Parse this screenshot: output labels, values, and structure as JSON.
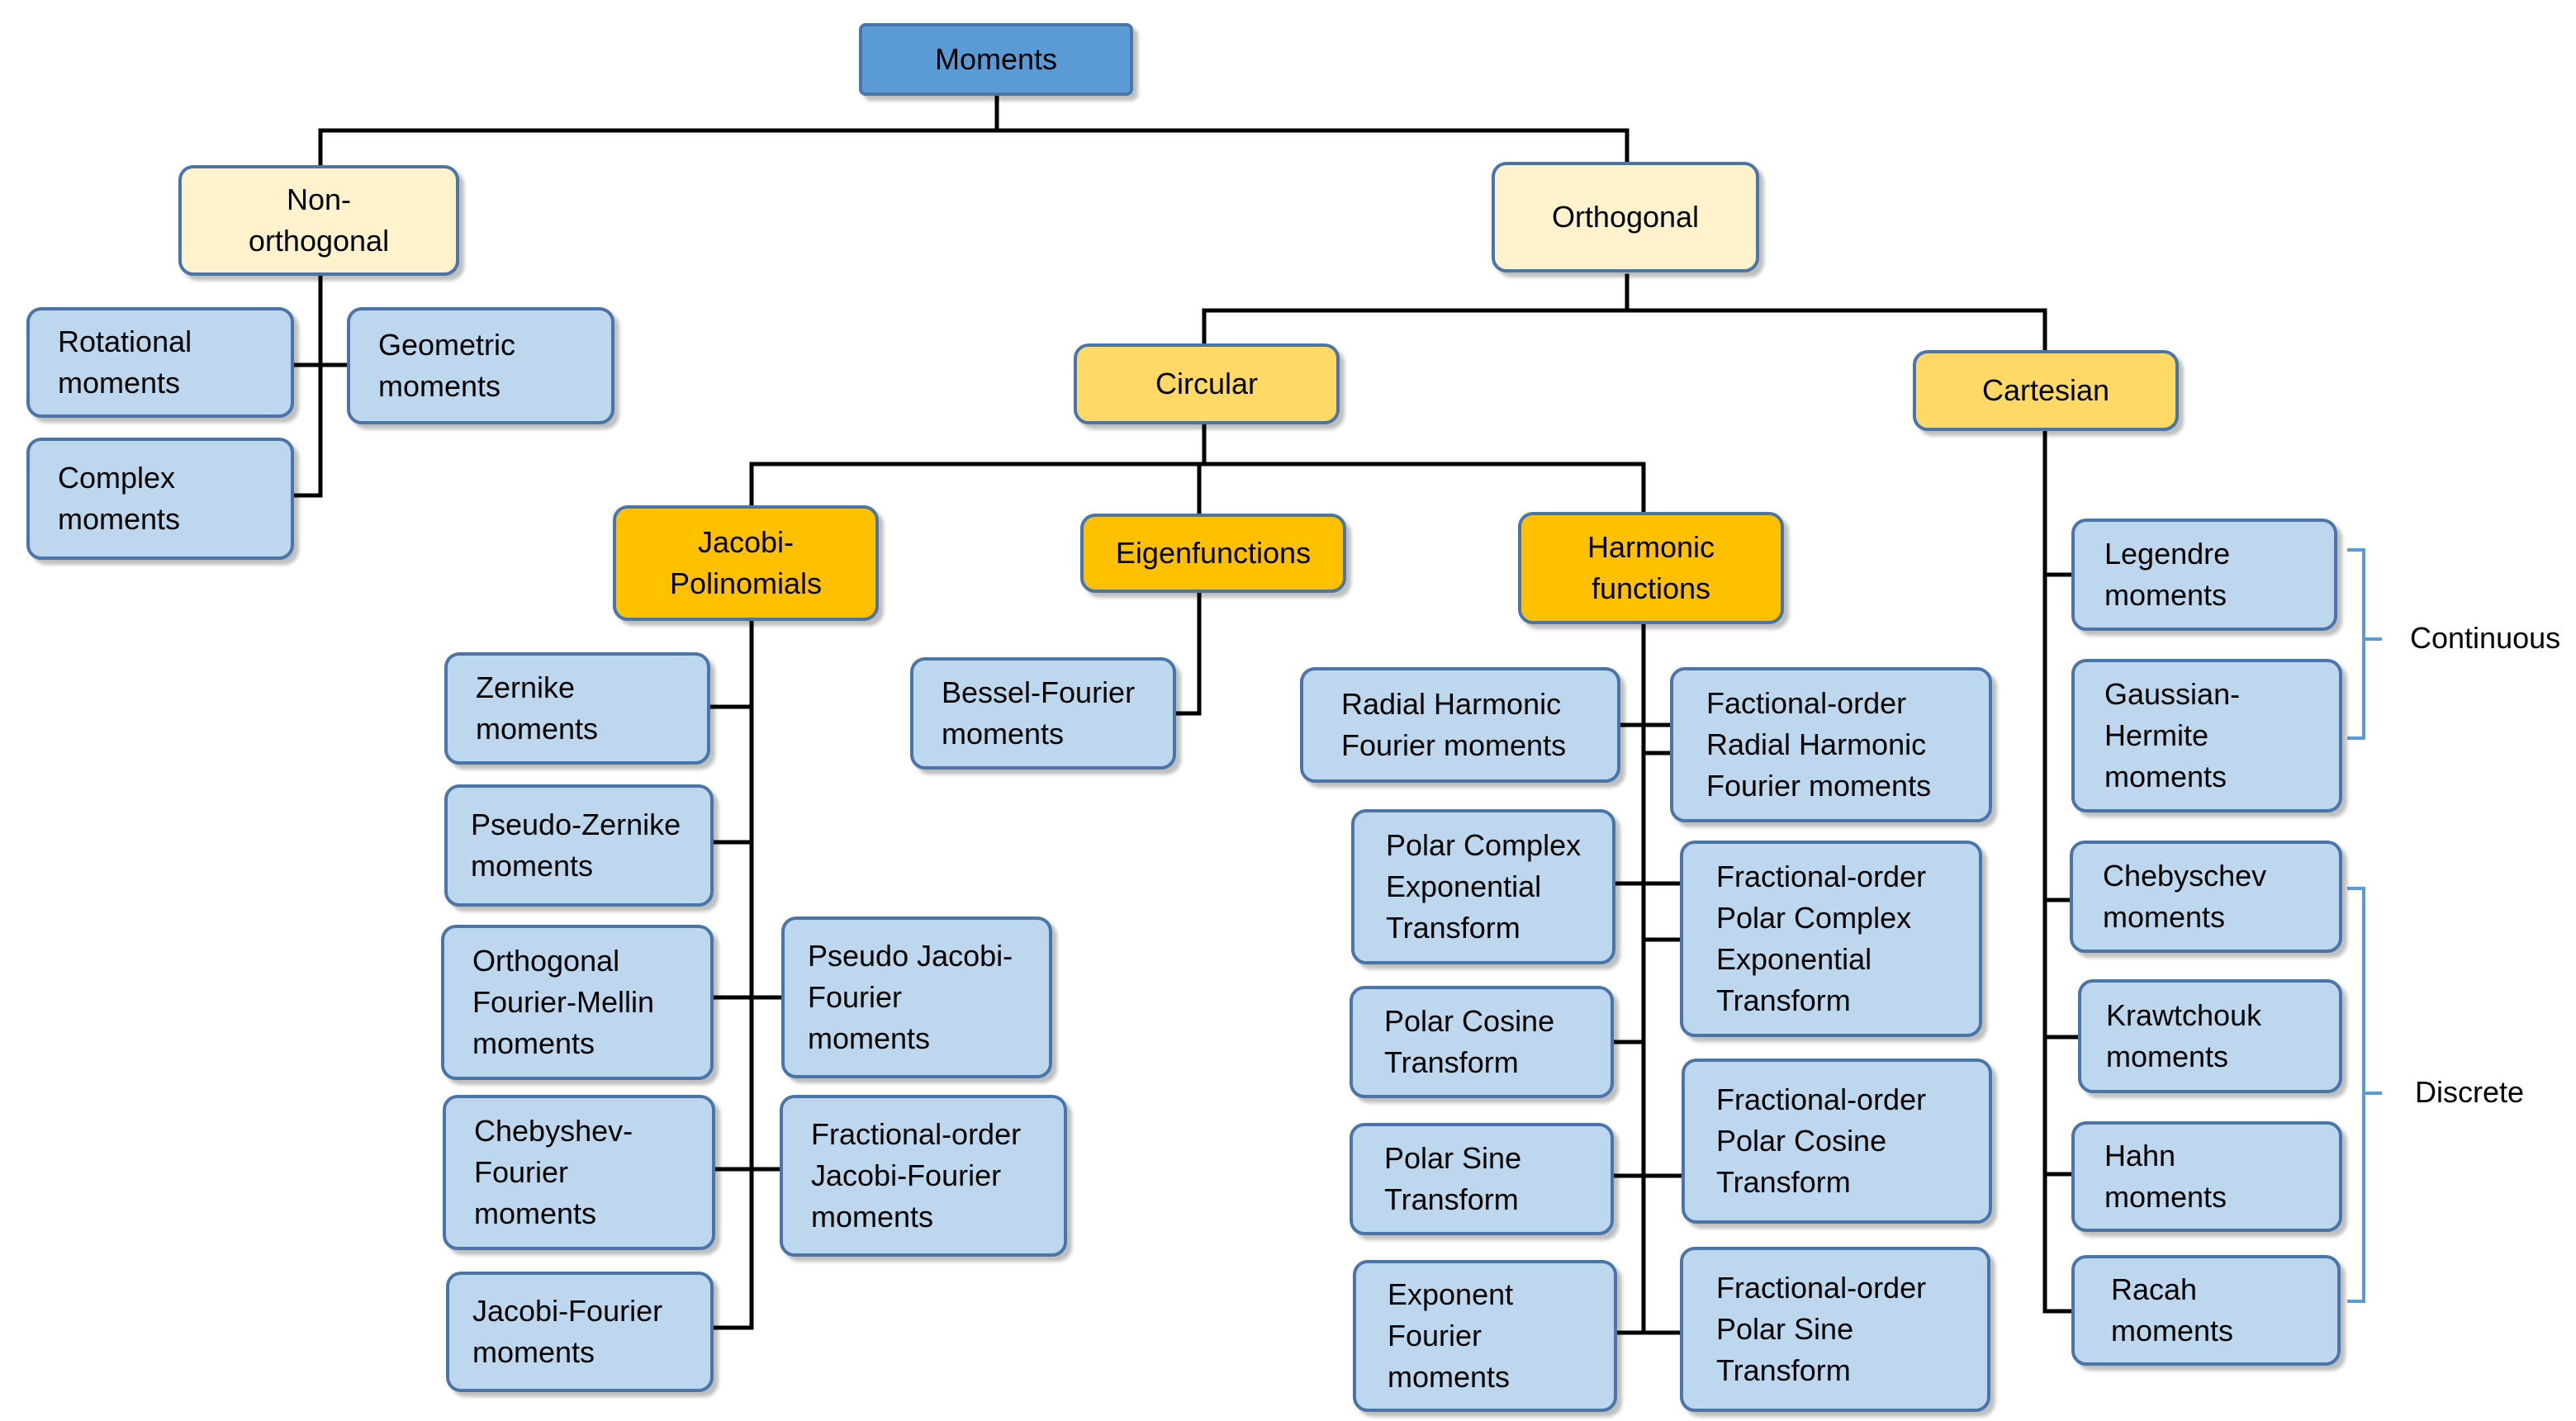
{
  "diagram": {
    "root": "Moments",
    "non_orthogonal": {
      "label": "Non-\northogonal",
      "children": [
        "Rotational\nmoments",
        "Geometric\nmoments",
        "Complex\nmoments"
      ]
    },
    "orthogonal": {
      "label": "Orthogonal",
      "circular": {
        "label": "Circular",
        "jacobi": {
          "label": "Jacobi-\nPolinomials",
          "children": [
            "Zernike\nmoments",
            "Pseudo-Zernike\nmoments",
            "Orthogonal\nFourier-Mellin\nmoments",
            "Pseudo Jacobi-\nFourier\nmoments",
            "Chebyshev-\nFourier\nmoments",
            "Fractional-order\nJacobi-Fourier\nmoments",
            "Jacobi-Fourier\nmoments"
          ]
        },
        "eigen": {
          "label": "Eigenfunctions",
          "children": [
            "Bessel-Fourier\nmoments"
          ]
        },
        "harmonic": {
          "label": "Harmonic\nfunctions",
          "children": [
            "Radial Harmonic\nFourier  moments",
            "Factional-order\nRadial Harmonic\nFourier  moments",
            "Polar Complex\nExponential\nTransform",
            "Fractional-order\nPolar Complex\nExponential\nTransform",
            "Polar Cosine\nTransform",
            "Fractional-order\nPolar Cosine\nTransform",
            "Polar Sine\nTransform",
            "Exponent\nFourier\nmoments",
            "Fractional-order\nPolar Sine\nTransform"
          ]
        }
      },
      "cartesian": {
        "label": "Cartesian",
        "children": [
          "Legendre\nmoments",
          "Gaussian-\nHermite\nmoments",
          "Chebyschev\nmoments",
          "Krawtchouk\nmoments",
          "Hahn\nmoments",
          "Racah\nmoments"
        ],
        "group_labels": [
          "Continuous",
          "Discrete"
        ]
      }
    }
  },
  "colors": {
    "root": "#5b9bd5",
    "level1": "#fff2cc",
    "level2": "#ffd966",
    "level3": "#ffc000",
    "leaf": "#bdd7ee",
    "border": "#4a75a8",
    "connector": "#000000",
    "bracket": "#5b9bd5"
  }
}
